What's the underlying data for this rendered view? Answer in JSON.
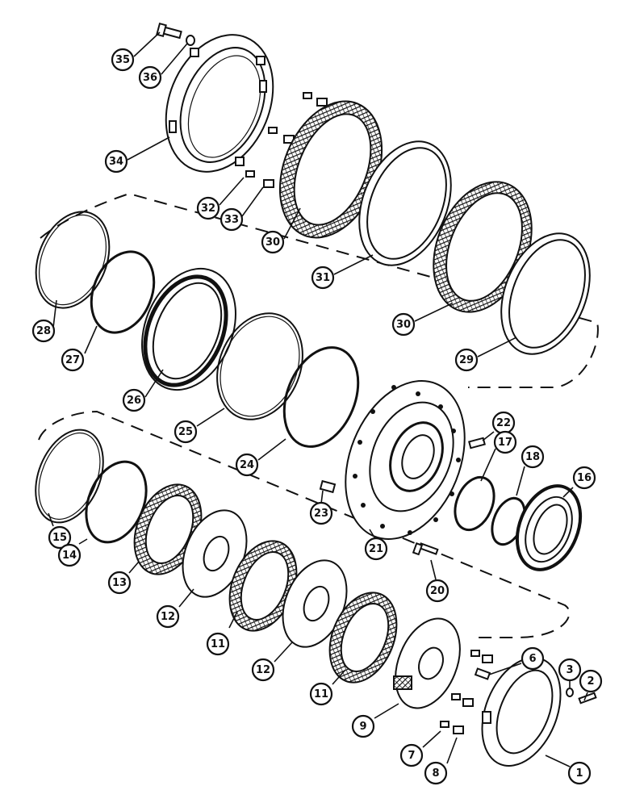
{
  "callouts": [
    {
      "id": "c35",
      "label": "35"
    },
    {
      "id": "c36",
      "label": "36"
    },
    {
      "id": "c34",
      "label": "34"
    },
    {
      "id": "c32",
      "label": "32"
    },
    {
      "id": "c33",
      "label": "33"
    },
    {
      "id": "c30a",
      "label": "30"
    },
    {
      "id": "c31",
      "label": "31"
    },
    {
      "id": "c30b",
      "label": "30"
    },
    {
      "id": "c29",
      "label": "29"
    },
    {
      "id": "c28",
      "label": "28"
    },
    {
      "id": "c27",
      "label": "27"
    },
    {
      "id": "c26",
      "label": "26"
    },
    {
      "id": "c25",
      "label": "25"
    },
    {
      "id": "c24",
      "label": "24"
    },
    {
      "id": "c22",
      "label": "22"
    },
    {
      "id": "c17",
      "label": "17"
    },
    {
      "id": "c18",
      "label": "18"
    },
    {
      "id": "c16",
      "label": "16"
    },
    {
      "id": "c23",
      "label": "23"
    },
    {
      "id": "c21",
      "label": "21"
    },
    {
      "id": "c20",
      "label": "20"
    },
    {
      "id": "c15",
      "label": "15"
    },
    {
      "id": "c14",
      "label": "14"
    },
    {
      "id": "c13",
      "label": "13"
    },
    {
      "id": "c12a",
      "label": "12"
    },
    {
      "id": "c11a",
      "label": "11"
    },
    {
      "id": "c12b",
      "label": "12"
    },
    {
      "id": "c11b",
      "label": "11"
    },
    {
      "id": "c6",
      "label": "6"
    },
    {
      "id": "c3",
      "label": "3"
    },
    {
      "id": "c2",
      "label": "2"
    },
    {
      "id": "c9",
      "label": "9"
    },
    {
      "id": "c7",
      "label": "7"
    },
    {
      "id": "c8",
      "label": "8"
    },
    {
      "id": "c1",
      "label": "1"
    }
  ]
}
